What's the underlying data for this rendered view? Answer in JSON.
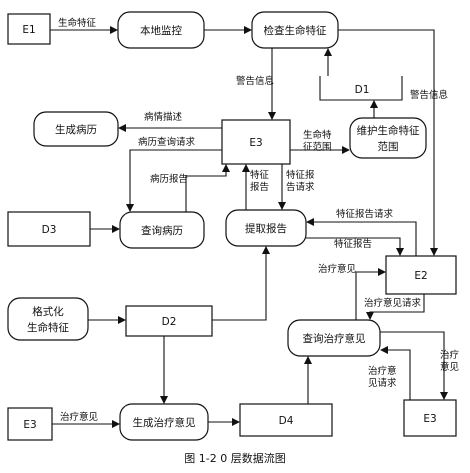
{
  "diagram": {
    "nodes": {
      "e1": "E1",
      "local_monitor": "本地监控",
      "check_signs": "检查生命特征",
      "d1": "D1",
      "maintain_range": [
        "维护生命特征",
        "范围"
      ],
      "gen_record": "生成病历",
      "e3_top": "E3",
      "d3": "D3",
      "query_record": "查询病历",
      "extract_report": "提取报告",
      "e2": "E2",
      "format_signs": [
        "格式化",
        "生命特征"
      ],
      "d2": "D2",
      "query_opinion": "查询治疗意见",
      "e3_left": "E3",
      "gen_opinion": "生成治疗意见",
      "d4": "D4",
      "e3_right": "E3"
    },
    "flows": {
      "vital_signs": "生命特征",
      "warning_left": "警告信息",
      "warning_right": "警告信息",
      "condition_desc": "病情描述",
      "record_query_req": "病历查询请求",
      "signs_range": [
        "生命特",
        "征范围"
      ],
      "record_report": "病历报告",
      "sign_report": [
        "特征",
        "报告"
      ],
      "sign_report_req": [
        "特征报",
        "告请求"
      ],
      "sign_report_req_2": "特征报告请求",
      "sign_report_2": "特征报告",
      "treatment_opinion_1": "治疗意见",
      "treatment_opinion_req": "治疗意见请求",
      "treatment_opinion_2": "治疗意见",
      "opinion_req_short": [
        "治疗意",
        "见请求"
      ],
      "treatment_opinion_3": [
        "治疗",
        "意见"
      ]
    },
    "caption": "图 1-2    0 层数据流图"
  }
}
